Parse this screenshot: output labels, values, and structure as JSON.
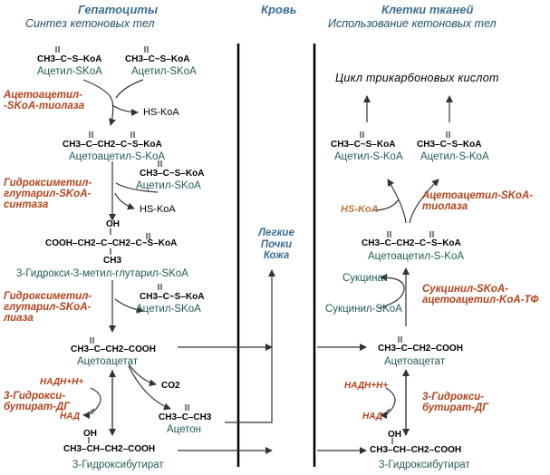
{
  "headers": {
    "hepatocytes": "Гепатоциты",
    "blood": "Кровь",
    "tissue_cells": "Клетки тканей",
    "synthesis": "Синтез кетоновых тел",
    "usage": "Использование кетоновых тел"
  },
  "left": {
    "acetyl_formula": "CH3–C~S–KoA",
    "acetyl_name": "Ацетил-SKoA",
    "enzyme1": "Ацетоацетил-\n-SKoA-тиолаза",
    "hs_koa": "HS-KoA",
    "acetoacetyl_formula": "CH3–C–CH2–C~S–KoA",
    "acetoacetyl_name": "Ацетоацетил-S-KoA",
    "enzyme2": "Гидроксиметил-\nглутарил-SKoA-\nсинтаза",
    "acetyl_formula_2": "CH3–C~S–KoA",
    "acetyl_name_2": "Ацетил-SKoA",
    "hs_koa_2": "HS-KoA",
    "hmg_formula": "COOH–CH2–C–CH2–C~S–KoA",
    "hmg_oh": "OH",
    "hmg_ch3": "CH3",
    "hmg_name": "3-Гидрокси-3-метил-глутарил-SKoA",
    "enzyme3": "Гидроксиметил-\nглутарил-SKoA-\nлиаза",
    "acetyl_formula_3": "CH3–C~S–KoA",
    "acetyl_name_3": "Ацетил-SKoA",
    "acetoacetate_formula": "CH3–C–CH2–COOH",
    "acetoacetate_name": "Ацетоацетат",
    "co2": "CO2",
    "nadh": "НАДН+Н+",
    "nad": "НАД",
    "enzyme4": "3-Гидрокси-\nбутират-ДГ",
    "acetone_formula": "CH3–C–CH3",
    "acetone_name": "Ацетон",
    "hydroxybutyrate_formula": "CH3–CH–CH2–COOH",
    "hydroxybutyrate_oh": "OH",
    "hydroxybutyrate_name": "3-Гидроксибутират"
  },
  "middle": {
    "organs": "Легкие\nПочки\nКожа"
  },
  "right": {
    "tca": "Цикл трикарбоновых кислот",
    "acetyl_formula": "CH3–C~S–KoA",
    "acetyl_name": "Ацетил-S-KoA",
    "hs_koa": "HS-KoA",
    "enzyme_thiolase": "Ацетоацетил-SKoA-\nтиолаза",
    "acetoacetyl_formula": "CH3–C–CH2–C~S–KoA",
    "acetoacetyl_name": "Ацетоацетил-S-KoA",
    "succinate": "Сукцинат",
    "succinyl": "Сукцинил-SKoA",
    "enzyme_transferase": "Сукцинил-SKoA-\nацетоацетил-KoA-ТФ",
    "acetoacetate_formula": "CH3–C–CH2–COOH",
    "acetoacetate_name": "Ацетоацетат",
    "nadh": "НАДН+Н+",
    "nad": "НАД",
    "enzyme_dh": "3-Гидрокси-\nбутират-ДГ",
    "hydroxybutyrate_formula": "CH3–CH–CH2–COOH",
    "hydroxybutyrate_oh": "OH",
    "hydroxybutyrate_name": "3-Гидроксибутират"
  },
  "colors": {
    "header": "#3d6e95",
    "enzyme": "#b4421a",
    "compound_name": "#1f5a5a",
    "arrow": "#333333"
  }
}
